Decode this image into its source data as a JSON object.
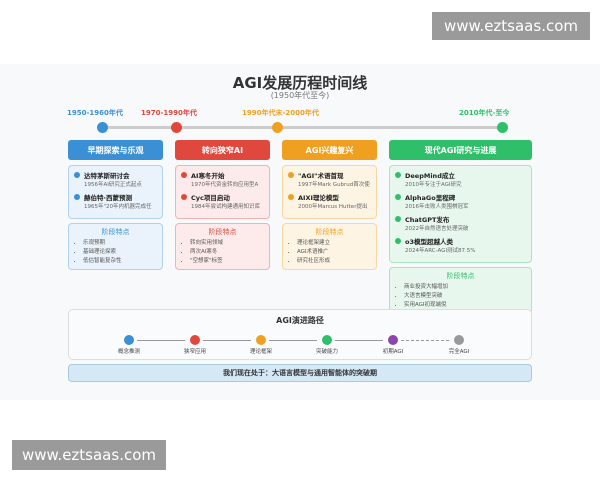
{
  "watermark": "www.eztsaas.com",
  "title": "AGI发展历程时间线",
  "subtitle": "(1950年代至今)",
  "colors": {
    "blue": "#3b8fd4",
    "red": "#e0483e",
    "orange": "#f0a020",
    "green": "#2fbf6a",
    "purple": "#8e44ad",
    "gray": "#999999"
  },
  "eras": [
    {
      "period": "1950-1960年代",
      "header": "早期探索与乐观",
      "events": [
        {
          "t": "达特茅斯研讨会",
          "d": "1956年AI研究正式起点"
        },
        {
          "t": "赫伯特·西蒙预测",
          "d": "1965年\"20年内机器完成任"
        }
      ],
      "features_title": "阶段特点",
      "features": [
        "乐观预期",
        "基础理论探索",
        "低估智能复杂性"
      ]
    },
    {
      "period": "1970-1990年代",
      "header": "转向狭窄AI",
      "events": [
        {
          "t": "AI寒冬开始",
          "d": "1970年代资金转向应用型A"
        },
        {
          "t": "Cyc项目启动",
          "d": "1984年尝试构建通用知识库"
        }
      ],
      "features_title": "阶段特点",
      "features": [
        "转向实用领域",
        "两次AI寒冬",
        "\"空想家\"标签"
      ]
    },
    {
      "period": "1990年代末-2000年代",
      "header": "AGI兴趣复兴",
      "events": [
        {
          "t": "\"AGI\"术语首现",
          "d": "1997年Mark Gubrud首次使"
        },
        {
          "t": "AIXI理论模型",
          "d": "2000年Marcus Hutter提出"
        }
      ],
      "features_title": "阶段特点",
      "features": [
        "理论框架建立",
        "AGI术语推广",
        "研究社区形成"
      ]
    },
    {
      "period": "2010年代-至今",
      "header": "现代AGI研究与进展",
      "events": [
        {
          "t": "DeepMind成立",
          "d": "2010年专注于AGI研究"
        },
        {
          "t": "AlphaGo里程碑",
          "d": "2016年击败人类围棋冠军"
        },
        {
          "t": "ChatGPT发布",
          "d": "2022年自然语言处理突破"
        },
        {
          "t": "o3模型超越人类",
          "d": "2024年ARC-AGI测试87.5%"
        }
      ],
      "features_title": "阶段特点",
      "features": [
        "商业投资大幅增加",
        "大语言模型突破",
        "实用AGI初现端倪"
      ]
    }
  ],
  "path": {
    "title": "AGI演进路径",
    "steps": [
      "概念推测",
      "狭窄应用",
      "理论框架",
      "突破能力",
      "初期AGI",
      "完全AGI"
    ]
  },
  "banner": "我们现在处于：大语言模型与通用智能体的突破期"
}
